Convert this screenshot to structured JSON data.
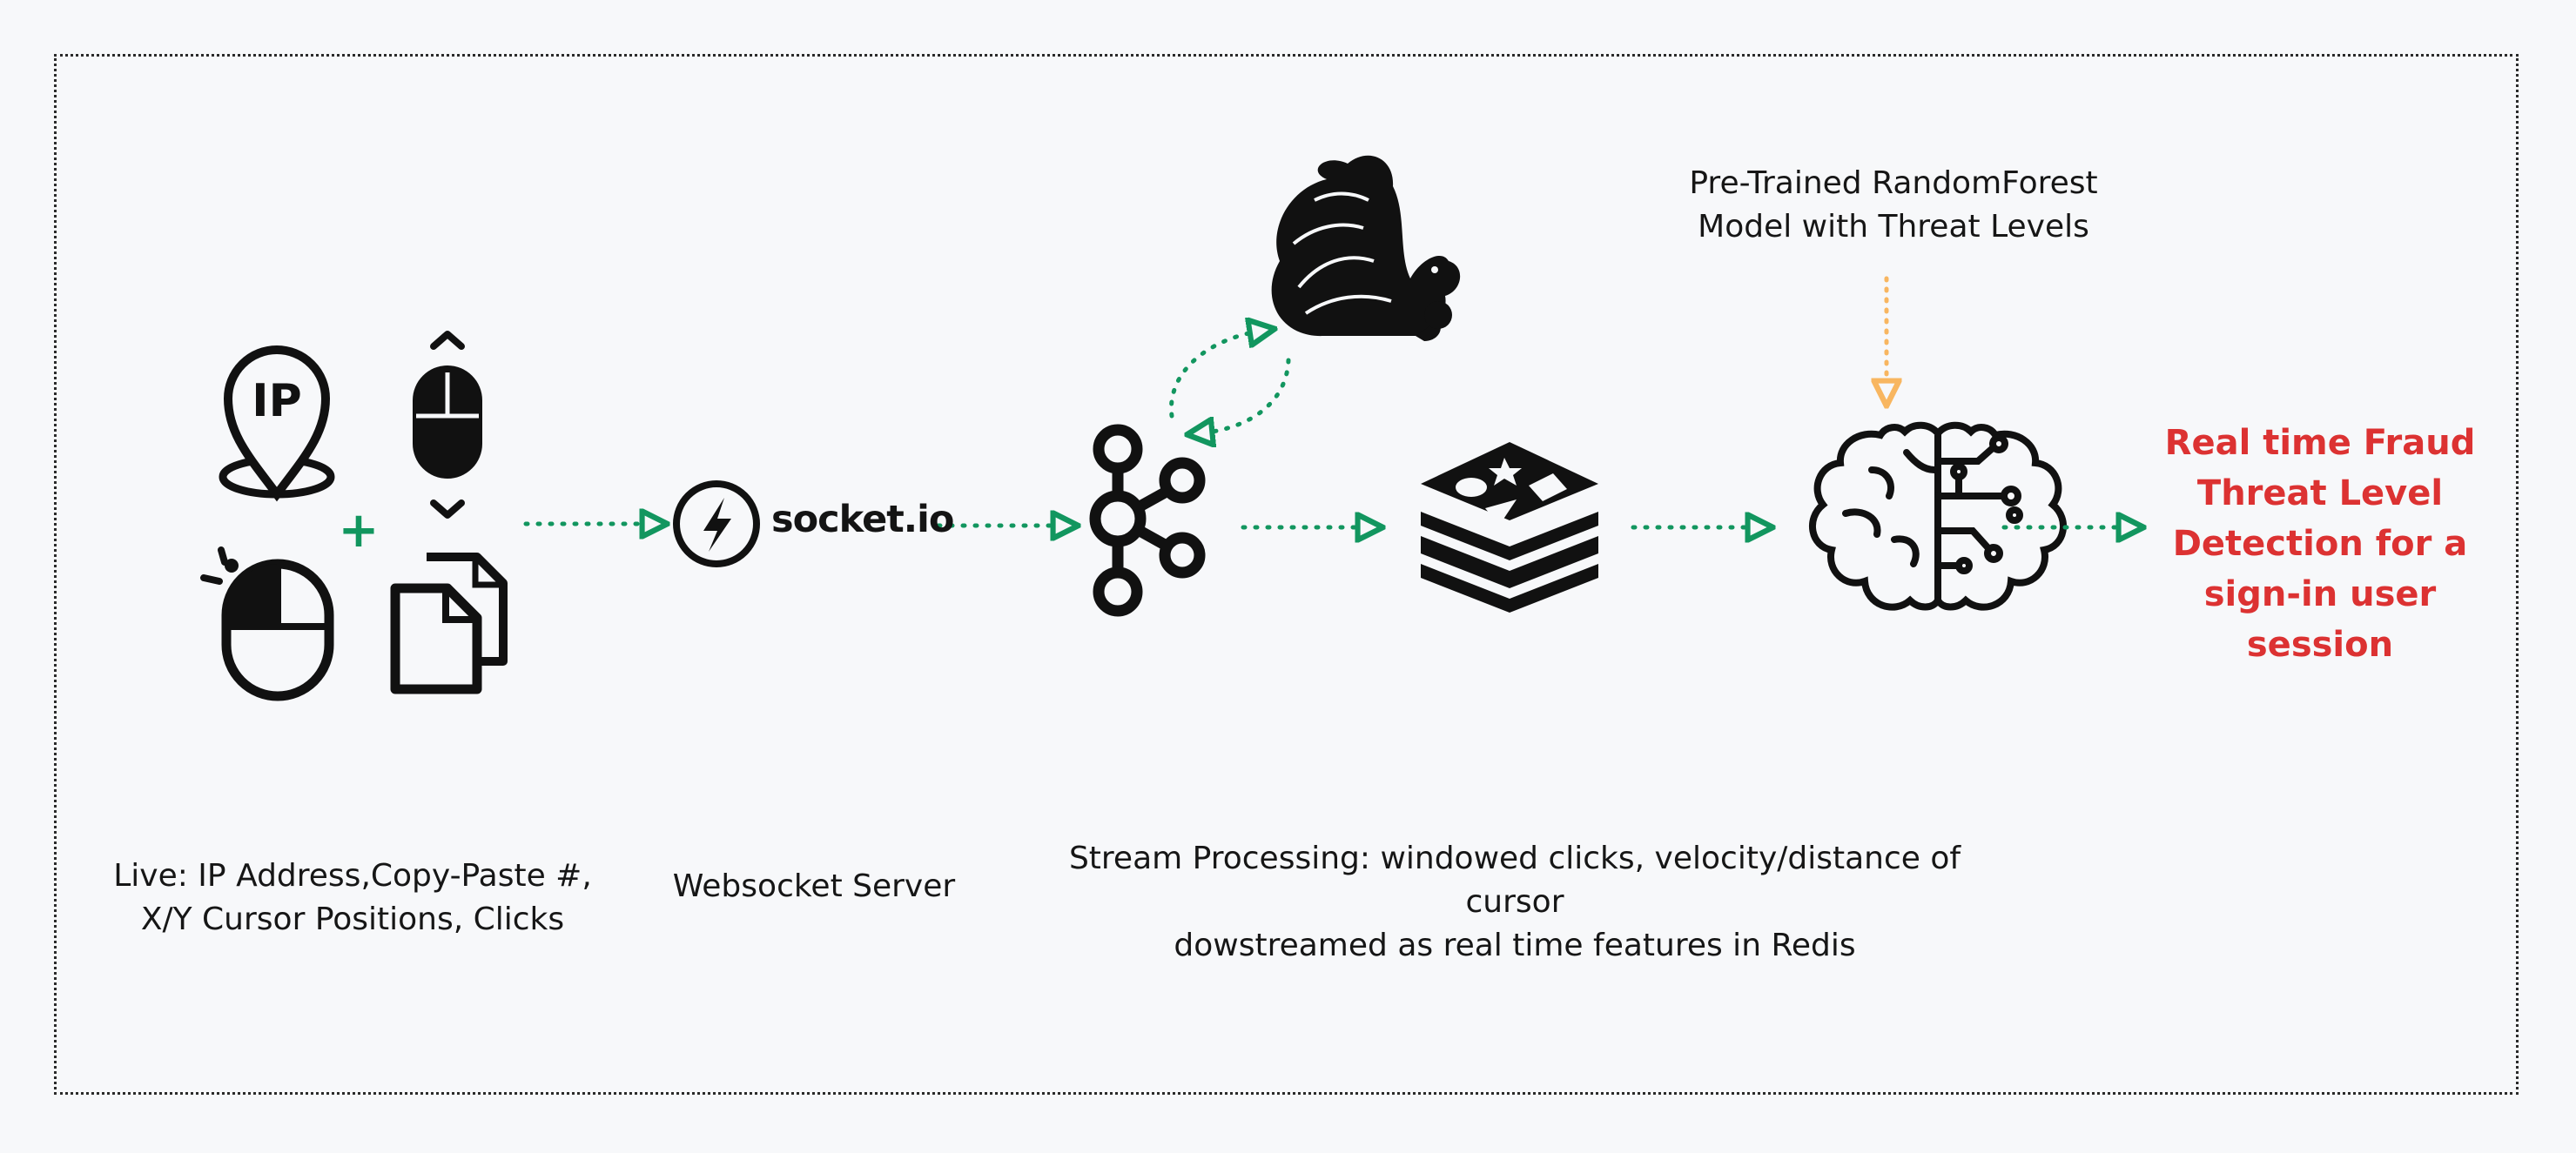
{
  "captions": {
    "inputs": "Live: IP Address,Copy-Paste #,\nX/Y Cursor Positions, Clicks",
    "websocket": "Websocket Server",
    "stream": "Stream Processing: windowed clicks, velocity/distance of cursor\ndowstreamed as real time features in Redis",
    "model": "Pre-Trained RandomForest\nModel with Threat Levels",
    "result": "Real time Fraud\nThreat Level\nDetection for a\nsign-in user\nsession"
  },
  "icons": {
    "ip_label": "IP",
    "plus": "+",
    "socketio_word": "socket.io"
  },
  "colors": {
    "background": "#f7f8fa",
    "flow_arrow": "#12965f",
    "model_arrow": "#f8b660",
    "result_text": "#dc3232",
    "icon": "#111111"
  }
}
